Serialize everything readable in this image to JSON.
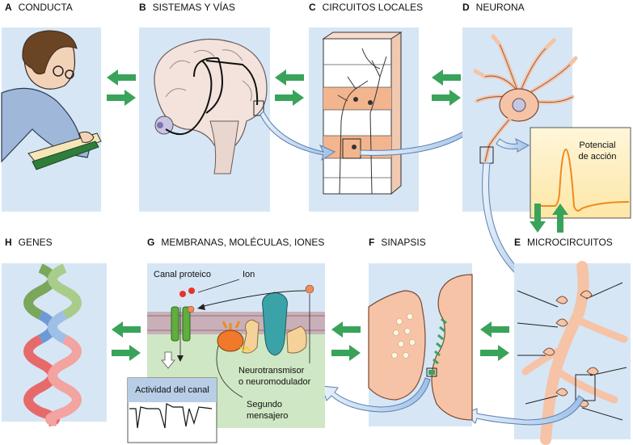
{
  "panels": {
    "a": {
      "letter": "A",
      "title": "CONDUCTA"
    },
    "b": {
      "letter": "B",
      "title": "SISTEMAS Y VÍAS"
    },
    "c": {
      "letter": "C",
      "title": "CIRCUITOS LOCALES"
    },
    "d": {
      "letter": "D",
      "title": "NEURONA"
    },
    "e": {
      "letter": "E",
      "title": "MICROCIRCUITOS"
    },
    "f": {
      "letter": "F",
      "title": "SINAPSIS"
    },
    "g": {
      "letter": "G",
      "title": "MEMBRANAS, MOLÉCULAS, IONES"
    },
    "h": {
      "letter": "H",
      "title": "GENES"
    }
  },
  "annotations": {
    "action_potential_line1": "Potencial",
    "action_potential_line2": "de acción",
    "channel": "Canal proteico",
    "ion": "Ion",
    "neurotransmitter_line1": "Neurotransmisor",
    "neurotransmitter_line2": "o neuromodulador",
    "second_messenger_line1": "Segundo",
    "second_messenger_line2": "mensajero",
    "channel_activity": "Actividad del canal"
  },
  "colors": {
    "panel_bg": "#d6e6f5",
    "arrow_green": "#3aa35a",
    "tissue": "#f6c3a6",
    "tissue_stroke": "#7a4a35",
    "orange_wave": "#f08a1e"
  }
}
